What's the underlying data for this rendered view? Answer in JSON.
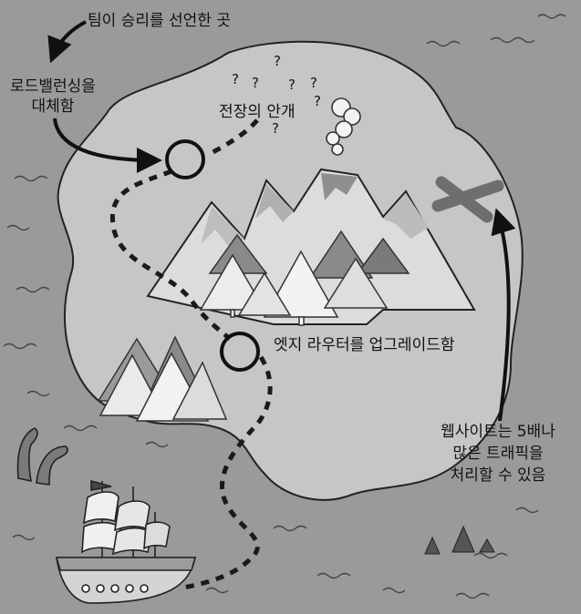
{
  "labels": {
    "team_victory": "팀이 승리를 선언한 곳",
    "replace_lb_line1": "로드밸런싱을",
    "replace_lb_line2": "대체함",
    "fog_of_war": "전장의 안개",
    "edge_router": "엣지 라우터를 업그레이드함",
    "website_line1": "웹사이트는 5배나",
    "website_line2": "많은 트래픽을",
    "website_line3": "처리할 수 있음"
  },
  "question_mark": "?",
  "colors": {
    "sea": "#9a9a9a",
    "land": "#c6c6c6",
    "outline": "#111111",
    "mountain": "#dedede",
    "x_mark": "#6e6e6e"
  }
}
